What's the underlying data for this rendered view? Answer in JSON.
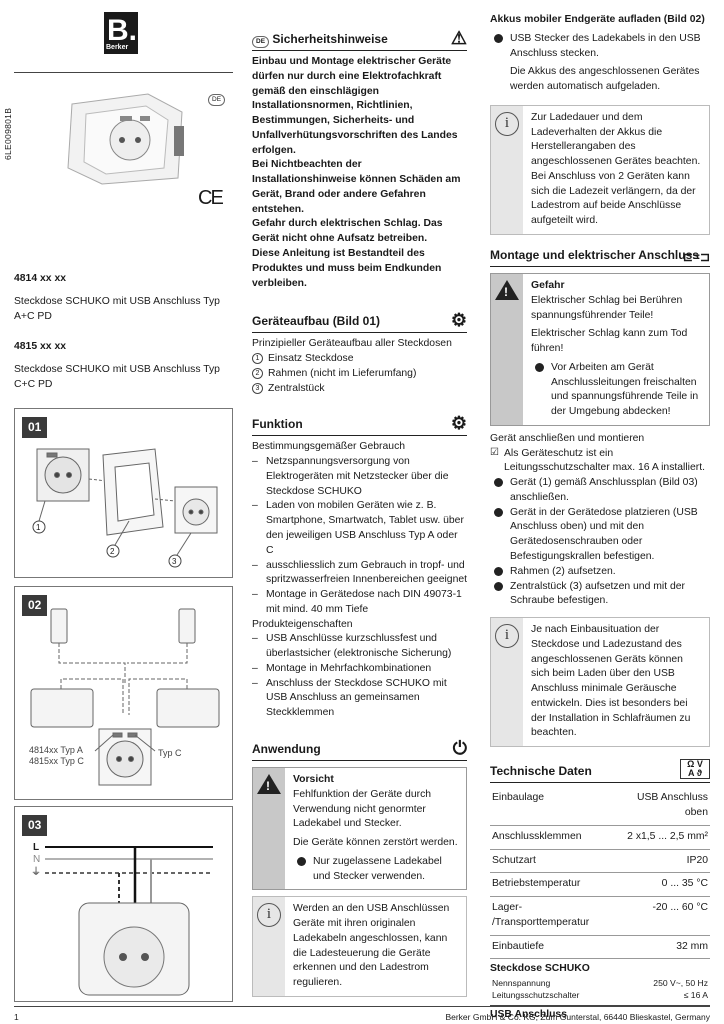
{
  "brand": {
    "logo_letter": "B.",
    "logo_name": "Berker"
  },
  "doc_code": "6LE009801B",
  "lang_badge": "DE",
  "ce_mark": "CE",
  "products": [
    {
      "number": "4814 xx xx",
      "name": "Steckdose SCHUKO mit USB Anschluss Typ A+C PD"
    },
    {
      "number": "4815 xx xx",
      "name": "Steckdose SCHUKO mit USB Anschluss Typ C+C PD"
    }
  ],
  "figures": {
    "f01": {
      "tag": "01",
      "callouts": [
        "1",
        "2",
        "3"
      ]
    },
    "f02": {
      "tag": "02",
      "label_left_1": "4814xx Typ A",
      "label_left_2": "4815xx Typ C",
      "label_right": "Typ C"
    },
    "f03": {
      "tag": "03",
      "l": "L",
      "n": "N",
      "pe": "⏚"
    }
  },
  "safety": {
    "badge": "DE",
    "title": "Sicherheitshinweise",
    "text": [
      "Einbau und Montage elektrischer Geräte dürfen nur durch eine Elektrofachkraft gemäß den einschlägigen Installationsnormen, Richtlinien, Bestimmungen, Sicherheits- und Unfallverhütungsvorschriften des Landes erfolgen.",
      "Bei Nichtbeachten der Installationshinweise können Schäden am Gerät, Brand oder andere Gefahren entstehen.",
      "Gefahr durch elektrischen Schlag. Das Gerät nicht ohne Aufsatz betreiben.",
      "Diese Anleitung ist Bestandteil des Produktes und muss beim Endkunden verbleiben."
    ]
  },
  "structure": {
    "title": "Geräteaufbau (Bild 01)",
    "intro": "Prinzipieller Geräteaufbau aller Steckdosen",
    "items": [
      {
        "n": "1",
        "text": "Einsatz Steckdose"
      },
      {
        "n": "2",
        "text": "Rahmen (nicht im Lieferumfang)"
      },
      {
        "n": "3",
        "text": "Zentralstück"
      }
    ]
  },
  "function": {
    "title": "Funktion",
    "sub1": "Bestimmungsgemäßer Gebrauch",
    "use": [
      "Netzspannungsversorgung von Elektrogeräten mit Netzstecker über die Steckdose SCHUKO",
      "Laden von mobilen Geräten wie z. B. Smartphone, Smartwatch, Tablet usw. über den jeweiligen USB Anschluss Typ A oder C",
      "ausschliesslich zum Gebrauch in tropf- und spritzwasserfreien Innenbereichen geeignet",
      "Montage in Gerätedose nach DIN 49073-1 mit mind. 40 mm Tiefe"
    ],
    "sub2": "Produkteigenschaften",
    "props": [
      "USB Anschlüsse kurzschlussfest und überlastsicher (elektronische Sicherung)",
      "Montage in Mehrfachkombinationen",
      "Anschluss der Steckdose SCHUKO mit USB Anschluss an gemeinsamen Steckklemmen"
    ]
  },
  "usage": {
    "title": "Anwendung",
    "caution_title": "Vorsicht",
    "caution_p1": "Fehlfunktion der Geräte durch Verwendung nicht genormter Ladekabel und Stecker.",
    "caution_p2": "Die Geräte können zerstört werden.",
    "caution_bullet": "Nur zugelassene Ladekabel und Stecker verwenden.",
    "info": "Werden an den USB Anschlüssen Geräte mit ihren originalen Ladekabeln angeschlossen, kann die Ladesteuerung die Geräte erkennen und den Ladestrom regulieren."
  },
  "charging": {
    "title": "Akkus mobiler Endgeräte aufladen (Bild 02)",
    "bullet": "USB Stecker des Ladekabels in den USB Anschluss stecken.",
    "note": "Die Akkus des angeschlossenen Gerätes werden automatisch aufgeladen.",
    "info_p1": "Zur Ladedauer und dem Ladeverhalten der Akkus die Herstellerangaben des angeschlossenen Gerätes beachten.",
    "info_p2": "Bei Anschluss von 2 Geräten kann sich die Ladezeit verlängern, da der Ladestrom auf beide Anschlüsse aufgeteilt wird."
  },
  "mounting": {
    "title": "Montage und elektrischer Anschluss",
    "danger_title": "Gefahr",
    "danger_p1": "Elektrischer Schlag bei Berühren spannungsführender Teile!",
    "danger_p2": "Elektrischer Schlag kann zum Tod führen!",
    "danger_bullet": "Vor Arbeiten am Gerät Anschlussleitungen freischalten und spannungsführende Teile in der Umgebung abdecken!",
    "sub": "Gerät anschließen und montieren",
    "check": "Als Geräteschutz ist ein Leitungsschutzschalter max. 16 A installiert.",
    "steps": [
      "Gerät (1) gemäß Anschlussplan (Bild 03) anschließen.",
      "Gerät in der Gerätedose platzieren (USB Anschluss oben) und mit den Gerätedosenschrauben oder Befestigungskrallen befestigen.",
      "Rahmen (2) aufsetzen.",
      "Zentralstück (3) aufsetzen und mit der Schraube befestigen."
    ],
    "info": "Je nach Einbausituation der Steckdose und Ladezustand des angeschlossenen Geräts können sich beim Laden über den USB Anschluss minimale Geräusche entwickeln. Dies ist besonders bei der Installation in Schlafräumen zu beachten."
  },
  "tech": {
    "title": "Technische Daten",
    "icon_text": "Ω V A ϑ",
    "rows": [
      {
        "k": "Einbaulage",
        "v": "USB Anschluss oben"
      },
      {
        "k": "Anschlussklemmen",
        "v": "2 x1,5 ... 2,5 mm²"
      },
      {
        "k": "Schutzart",
        "v": "IP20"
      },
      {
        "k": "Betriebstemperatur",
        "v": "0 ... 35 °C"
      },
      {
        "k": "Lager- /Transporttemperatur",
        "v": "-20 ... 60 °C"
      },
      {
        "k": "Einbautiefe",
        "v": "32 mm"
      }
    ],
    "schuko_title": "Steckdose SCHUKO",
    "schuko_rows": [
      {
        "k": "Nennspannung",
        "v": "250 V~, 50 Hz"
      },
      {
        "k": "Leitungsschutzschalter",
        "v": "≤ 16 A"
      }
    ],
    "usb_title": "USB Anschluss"
  },
  "footer": {
    "page": "1",
    "company": "Berker GmbH & Co. KG, Zum Gunterstal, 66440 Blieskastel, Germany"
  }
}
